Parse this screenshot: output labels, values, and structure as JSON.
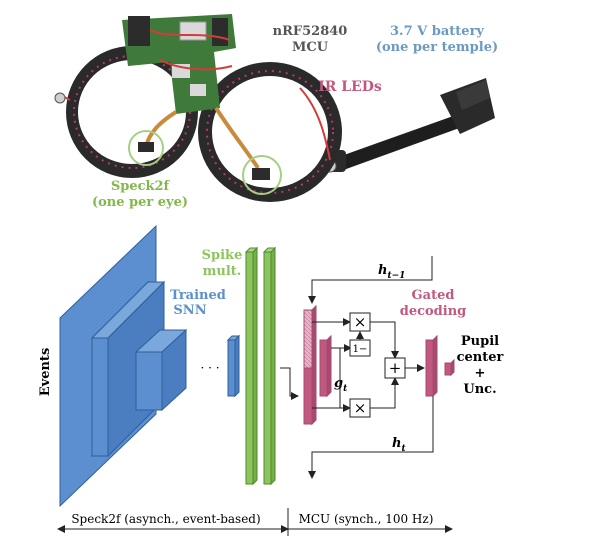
{
  "labels": {
    "mcu": [
      "nRF52840",
      "MCU"
    ],
    "battery": [
      "3.7 V battery",
      "(one per temple)"
    ],
    "ir_leds": "IR LEDs",
    "speck": [
      "Speck2f",
      "(one per eye)"
    ],
    "events": "Events",
    "trained_snn": [
      "Trained",
      "SNN"
    ],
    "dots": "· · ·",
    "spike_mult": [
      "Spike",
      "mult."
    ],
    "gated_decoding": [
      "Gated",
      "decoding"
    ],
    "h_prev": "h",
    "h_prev_sub": "t−1",
    "g_t": "g",
    "g_t_sub": "t",
    "h_t": "h",
    "h_t_sub": "t",
    "one_minus": "1−",
    "times_symbol": "×",
    "plus_symbol": "+",
    "output": [
      "Pupil",
      "center",
      "+",
      "Unc."
    ],
    "speck_axis": "Speck2f (asynch., event-based)",
    "mcu_axis": "MCU (synch., 100 Hz)"
  },
  "colors": {
    "mcu_label": "#555555",
    "battery_label": "#6a9ac2",
    "ir_label": "#c2587f",
    "speck_label": "#82b84a",
    "snn_blue": "#5b8fcf",
    "snn_label": "#5b8fcf",
    "spike_green": "#8cc55e",
    "gated_pink": "#c2587f",
    "gated_label": "#c2587f"
  }
}
